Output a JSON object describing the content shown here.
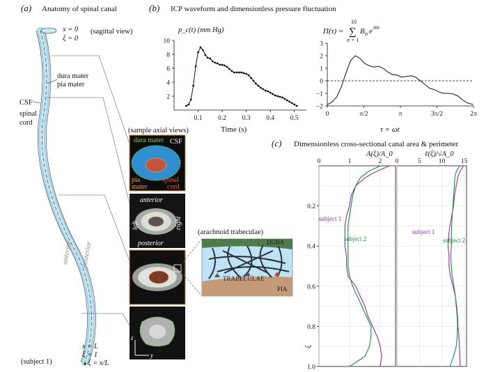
{
  "panel_a": {
    "label": "(a)",
    "title": "Anatomy of spinal canal",
    "top_x": "x = 0",
    "top_xi": "ξ = 0",
    "top_view": "(sagittal view)",
    "dura": "dura mater",
    "pia": "pia mater",
    "csf": "CSF",
    "spinal1": "spinal",
    "spinal2": "cord",
    "anterior": "anterior",
    "posterior": "posterior",
    "bottom_x": "x = L",
    "bottom_xi": "ξ = 1",
    "bottom_xi2": "ξ = x/L",
    "subject": "(subject 1)",
    "axial_title": "(sample axial views)",
    "axial1": {
      "dura": "dura mater",
      "csf": "CSF",
      "pia1": "pia",
      "pia2": "mater",
      "sc1": "spinal",
      "sc2": "cord"
    },
    "axial2": {
      "anterior": "anterior",
      "posterior": "posterior",
      "left": "left",
      "right": "right"
    },
    "axes_z": "z",
    "axes_y": "y",
    "trab": {
      "title": "(arachnoid trabeculae)",
      "dura": "DURA",
      "trabeculae": "TRABECULAE",
      "pia": "PIA"
    }
  },
  "panel_b": {
    "label": "(b)",
    "title": "ICP waveform and dimensionless pressure fluctuation",
    "colors": {
      "line": "#000000",
      "subject1": "#8B2FA8",
      "subject2": "#1E8B3C"
    }
  },
  "panel_c": {
    "label": "(c)",
    "title": "Dimensionless cross-sectional canal area & perimeter"
  },
  "chart_data": [
    {
      "type": "line",
      "id": "icp",
      "ylabel": "p_c(t) (mm Hg)",
      "xlabel": "Time (s)",
      "xlim": [
        0,
        0.55
      ],
      "ylim": [
        0,
        10
      ],
      "xticks": [
        "0.1",
        "0.2",
        "0.3",
        "0.4",
        "0.5"
      ],
      "yticks": [
        "2",
        "4",
        "6",
        "8",
        "10"
      ],
      "markers": true,
      "x": [
        0.05,
        0.06,
        0.07,
        0.08,
        0.09,
        0.1,
        0.11,
        0.12,
        0.13,
        0.14,
        0.15,
        0.16,
        0.17,
        0.18,
        0.19,
        0.2,
        0.21,
        0.22,
        0.23,
        0.24,
        0.25,
        0.26,
        0.27,
        0.28,
        0.29,
        0.3,
        0.31,
        0.32,
        0.33,
        0.34,
        0.35,
        0.36,
        0.37,
        0.38,
        0.39,
        0.4,
        0.41,
        0.42,
        0.43,
        0.44,
        0.45,
        0.46,
        0.47,
        0.48,
        0.49,
        0.5,
        0.51
      ],
      "y": [
        0.6,
        0.8,
        1.5,
        3.5,
        6.3,
        8.3,
        9.0,
        8.6,
        7.9,
        7.5,
        7.4,
        7.0,
        6.8,
        6.7,
        6.5,
        6.5,
        6.4,
        6.2,
        5.9,
        5.6,
        5.4,
        5.4,
        5.4,
        5.4,
        5.3,
        5.2,
        5.0,
        4.6,
        4.2,
        3.8,
        3.5,
        3.2,
        3.0,
        2.8,
        2.7,
        2.5,
        2.3,
        2.1,
        2.0,
        1.9,
        1.8,
        1.6,
        1.4,
        1.2,
        1.0,
        0.8,
        0.6
      ]
    },
    {
      "type": "line",
      "id": "pi",
      "xlabel": "τ = ωt",
      "xlim": [
        0,
        6.2832
      ],
      "ylim": [
        -2,
        3
      ],
      "xticks": [
        "0",
        "π/2",
        "π",
        "3π/2",
        "2π"
      ],
      "yticks": [
        "−2",
        "−1",
        "0",
        "1",
        "2",
        "3"
      ],
      "formula": {
        "lhs": "Π(τ) =",
        "sum_top": "10",
        "sum_bottom": "n = 1",
        "rhs": "B",
        "sub": "n",
        "exp": "inτ",
        "base": "e"
      },
      "x": [
        0.0,
        0.2,
        0.4,
        0.6,
        0.8,
        1.0,
        1.2,
        1.4,
        1.6,
        1.8,
        2.0,
        2.2,
        2.4,
        2.6,
        2.8,
        3.0,
        3.2,
        3.4,
        3.6,
        3.8,
        4.0,
        4.2,
        4.4,
        4.6,
        4.8,
        5.0,
        5.2,
        5.4,
        5.6,
        5.8,
        6.0,
        6.28
      ],
      "y": [
        -1.9,
        -1.7,
        -1.3,
        -0.5,
        0.6,
        1.6,
        2.0,
        1.8,
        1.4,
        1.2,
        1.1,
        1.15,
        1.0,
        0.7,
        0.5,
        0.45,
        0.3,
        0.35,
        0.4,
        0.3,
        0.0,
        -0.3,
        -0.6,
        -0.7,
        -0.9,
        -1.0,
        -1.0,
        -1.05,
        -1.2,
        -1.5,
        -1.75,
        -1.9
      ]
    },
    {
      "type": "line",
      "id": "area",
      "title": "A(ξ)/A_0",
      "ylabel": "ξ",
      "xlim": [
        0,
        2.5
      ],
      "ylim": [
        0,
        1
      ],
      "xticks": [
        "0",
        "1",
        "2"
      ],
      "yticks": [
        "0.2",
        "0.4",
        "0.6",
        "0.8",
        "1.0"
      ],
      "series": [
        {
          "name": "subject 1",
          "y": [
            0.0,
            0.03,
            0.06,
            0.1,
            0.15,
            0.2,
            0.25,
            0.3,
            0.35,
            0.4,
            0.45,
            0.5,
            0.55,
            0.6,
            0.65,
            0.7,
            0.75,
            0.8,
            0.85,
            0.9,
            0.95,
            1.0
          ],
          "x": [
            2.3,
            1.85,
            1.5,
            1.2,
            1.05,
            1.0,
            0.9,
            0.85,
            0.85,
            0.85,
            0.9,
            0.9,
            0.95,
            1.2,
            1.35,
            1.5,
            1.6,
            1.75,
            1.9,
            2.0,
            2.05,
            2.0
          ]
        },
        {
          "name": "subject 2",
          "y": [
            0.0,
            0.03,
            0.06,
            0.1,
            0.15,
            0.2,
            0.25,
            0.3,
            0.35,
            0.4,
            0.45,
            0.5,
            0.55,
            0.6,
            0.65,
            0.7,
            0.75,
            0.8,
            0.85,
            0.9,
            0.95,
            1.0
          ],
          "x": [
            2.0,
            1.6,
            1.35,
            1.2,
            1.1,
            1.05,
            1.0,
            0.95,
            0.95,
            0.95,
            0.95,
            0.95,
            1.0,
            1.1,
            1.25,
            1.4,
            1.55,
            1.7,
            1.7,
            1.65,
            1.5,
            1.0
          ]
        }
      ]
    },
    {
      "type": "line",
      "id": "perimeter",
      "title": "ℓ(ξ)/√A_0",
      "xlim": [
        0,
        15.5
      ],
      "ylim": [
        0,
        1
      ],
      "xticks": [
        "0",
        "5",
        "10",
        "15"
      ],
      "series": [
        {
          "name": "subject 1",
          "y": [
            0.0,
            0.03,
            0.06,
            0.1,
            0.15,
            0.2,
            0.25,
            0.3,
            0.35,
            0.4,
            0.45,
            0.5,
            0.55,
            0.6,
            0.65,
            0.7,
            0.75,
            0.8,
            0.85,
            0.9,
            0.95,
            1.0
          ],
          "x": [
            14.8,
            14.0,
            13.5,
            13.2,
            12.8,
            12.6,
            12.2,
            11.8,
            11.5,
            11.4,
            11.6,
            11.6,
            11.9,
            12.5,
            13.0,
            13.3,
            13.5,
            13.6,
            13.8,
            13.9,
            14.0,
            14.1
          ]
        },
        {
          "name": "subject 2",
          "y": [
            0.0,
            0.03,
            0.06,
            0.1,
            0.15,
            0.2,
            0.25,
            0.3,
            0.35,
            0.4,
            0.45,
            0.5,
            0.55,
            0.6,
            0.65,
            0.7,
            0.75,
            0.8,
            0.85,
            0.9,
            0.95,
            1.0
          ],
          "x": [
            14.0,
            13.2,
            12.9,
            12.8,
            12.6,
            12.5,
            12.3,
            12.2,
            12.1,
            12.1,
            12.0,
            12.1,
            12.3,
            12.7,
            13.0,
            13.2,
            13.4,
            13.5,
            13.4,
            13.2,
            12.6,
            11.8
          ]
        }
      ]
    }
  ]
}
